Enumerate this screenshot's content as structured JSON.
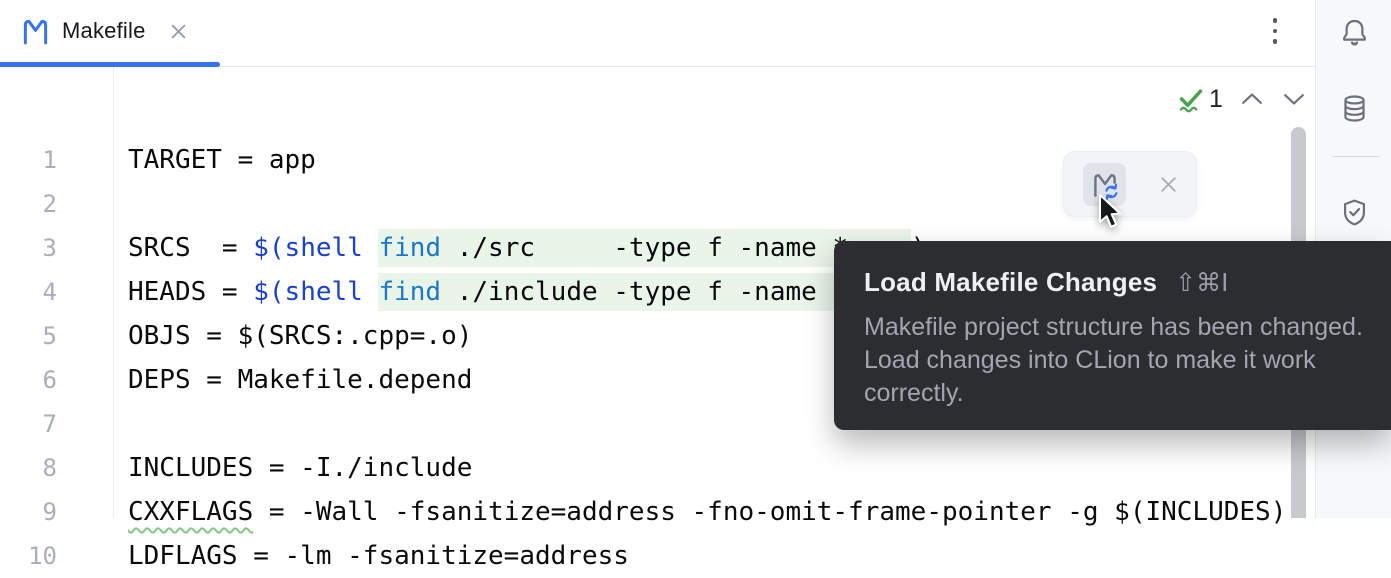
{
  "tab_bar": {
    "active_tab": {
      "label": "Makefile"
    }
  },
  "editor": {
    "lines": [
      {
        "num": "1",
        "segments": [
          {
            "t": "TARGET = app"
          }
        ]
      },
      {
        "num": "2",
        "segments": []
      },
      {
        "num": "3",
        "segments": [
          {
            "t": "SRCS  = "
          },
          {
            "t": "$(shell",
            "c": "func"
          },
          {
            "t": " "
          },
          {
            "t": "find",
            "c": "cmd",
            "hl": true
          },
          {
            "t": " ./src     -type f -name *.cpp",
            "hl": true
          },
          {
            "t": ")"
          }
        ]
      },
      {
        "num": "4",
        "segments": [
          {
            "t": "HEADS = "
          },
          {
            "t": "$(shell",
            "c": "func"
          },
          {
            "t": " "
          },
          {
            "t": "find",
            "c": "cmd",
            "hl": true
          },
          {
            "t": " ./include -type f -name *.h",
            "hl": true
          },
          {
            "t": ")"
          }
        ]
      },
      {
        "num": "5",
        "segments": [
          {
            "t": "OBJS = $(SRCS:.cpp=.o)"
          }
        ]
      },
      {
        "num": "6",
        "segments": [
          {
            "t": "DEPS = Makefile.depend"
          }
        ]
      },
      {
        "num": "7",
        "segments": []
      },
      {
        "num": "8",
        "segments": [
          {
            "t": "INCLUDES = -I./include"
          }
        ]
      },
      {
        "num": "9",
        "segments": [
          {
            "t": "CXXFLAGS",
            "typo": true
          },
          {
            "t": " = -Wall -fsanitize=address -fno-omit-frame-pointer -g $(INCLUDES)"
          }
        ]
      },
      {
        "num": "10",
        "segments": [
          {
            "t": "LDFLAGS = -lm -fsanitize=address"
          }
        ]
      }
    ]
  },
  "inspections": {
    "count": "1"
  },
  "tooltip": {
    "title": "Load Makefile Changes",
    "shortcut": "⇧⌘I",
    "body": "Makefile project structure has been changed. Load changes into CLion to make it work correctly."
  },
  "icons": {
    "tab": "makefile-icon",
    "tab_close": "close-icon",
    "menu": "kebab-menu-icon",
    "inspection": "inspection-check-icon",
    "nav": [
      "chevron-up-icon",
      "chevron-down-icon"
    ],
    "island": [
      "makefile-reload-icon",
      "close-icon"
    ],
    "sidebar": [
      "bell-icon",
      "database-icon",
      "shield-check-icon"
    ],
    "pointer": "cursor-arrow-icon"
  },
  "colors": {
    "accent_blue": "#3574F0",
    "function_blue": "#1c41c9",
    "command_blue": "#1d79c7",
    "injection_green_bg": "#e9f5e9",
    "typo_wavy_green": "#84c787",
    "inspection_green": "#4aa14e",
    "tooltip_bg": "#2b2d31",
    "sidebar_bg": "#f7f8fa"
  }
}
